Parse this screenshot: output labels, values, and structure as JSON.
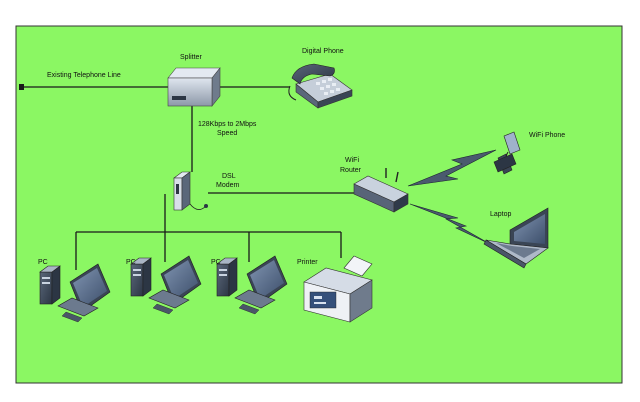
{
  "colors": {
    "background": "#8bf763",
    "canvas_border": "#333333",
    "line": "#1a1a1a",
    "device_body": "#3d4a5c",
    "device_light": "#c9d3e0"
  },
  "labels": {
    "existing_line": "Existing Telephone Line",
    "splitter": "Splitter",
    "digital_phone": "Digital Phone",
    "speed_line1": "128Kbps to 2Mbps",
    "speed_line2": "Speed",
    "dsl_line1": "DSL",
    "dsl_line2": "Modem",
    "router_line1": "WiFi",
    "router_line2": "Router",
    "wifi_phone": "WiFi Phone",
    "laptop": "Laptop",
    "pc1": "PC",
    "pc2": "PC",
    "pc3": "PC",
    "printer": "Printer"
  },
  "icons": [
    "splitter-icon",
    "desk-phone-icon",
    "dsl-modem-icon",
    "wifi-router-icon",
    "mobile-phone-icon",
    "laptop-icon",
    "desktop-pc-icon",
    "printer-icon",
    "wireless-link-icon"
  ]
}
